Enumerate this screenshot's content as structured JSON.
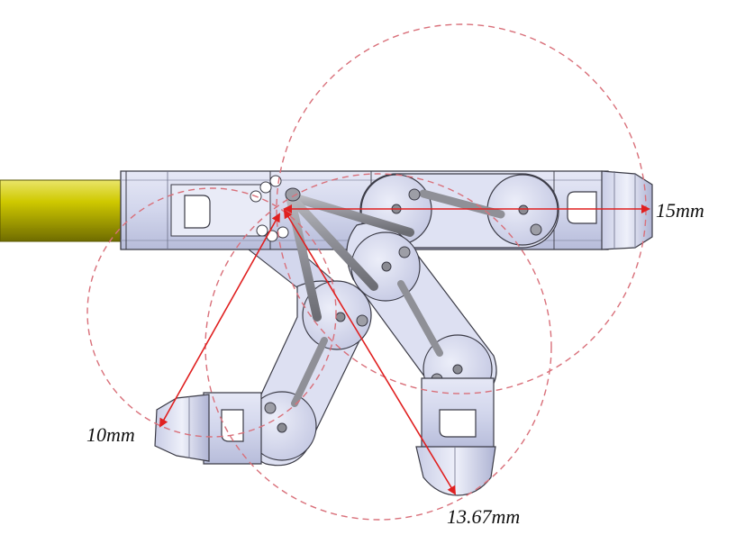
{
  "labels": {
    "radius_large": "15mm",
    "radius_small": "10mm",
    "radius_middle": "13.67mm"
  },
  "colors": {
    "shaft": "#c9c400",
    "shaft_dark": "#7d7900",
    "body": "#d6d9ee",
    "body_shade": "#b9bedd",
    "outline": "#3b3b46",
    "rod": "#8f9097",
    "circle": "#d9707a",
    "arrow": "#e02020"
  }
}
